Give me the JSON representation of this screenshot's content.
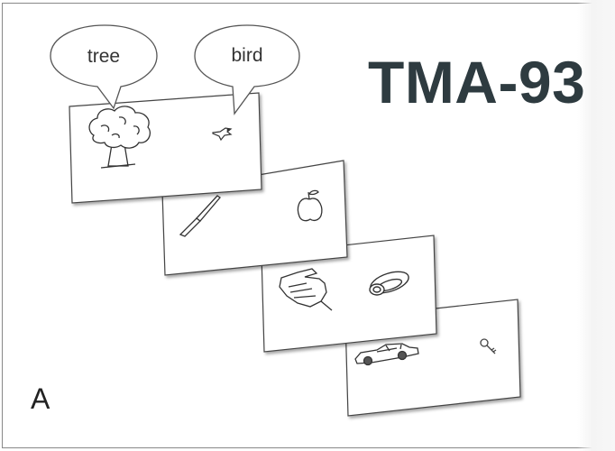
{
  "figure": {
    "title": "TMA-93",
    "panel_label": "A",
    "speech_bubbles": [
      {
        "text": "tree"
      },
      {
        "text": "bird"
      }
    ],
    "cards": [
      {
        "left_picture": "tree-icon",
        "right_picture": "bird-icon"
      },
      {
        "left_picture": "knife-icon",
        "right_picture": "apple-icon"
      },
      {
        "left_picture": "hand-icon",
        "right_picture": "bracelet-icon"
      },
      {
        "left_picture": "car-icon",
        "right_picture": "key-icon"
      }
    ]
  }
}
